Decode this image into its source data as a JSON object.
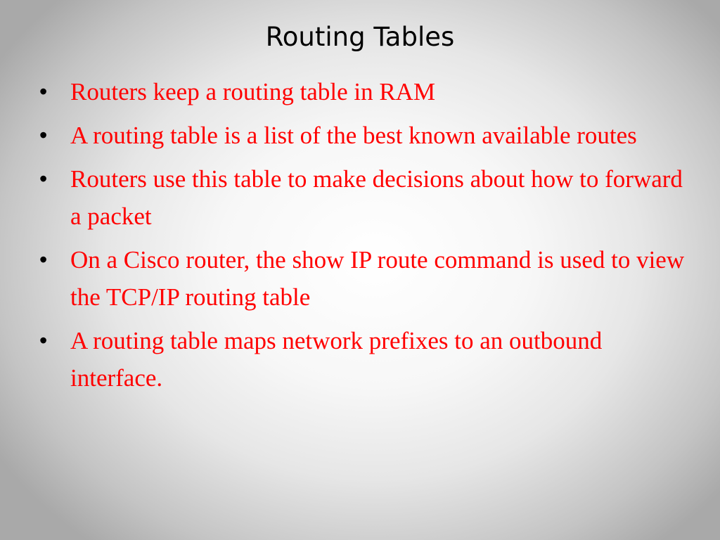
{
  "slide": {
    "title": "Routing Tables",
    "bullets": [
      {
        "text": "Routers keep a routing table in RAM"
      },
      {
        "text": "A routing table is a list of the best known available routes"
      },
      {
        "text": "Routers use this table to make decisions about how to forward a packet"
      },
      {
        "text": "On a Cisco router, the show IP route command is used to view the TCP/IP routing table"
      },
      {
        "text": "A routing table maps network prefixes to an outbound interface."
      }
    ],
    "bullet_symbol": "•"
  },
  "colors": {
    "title": "#000000",
    "bullet_text": "#ff0000",
    "bullet_marker": "#000000"
  }
}
